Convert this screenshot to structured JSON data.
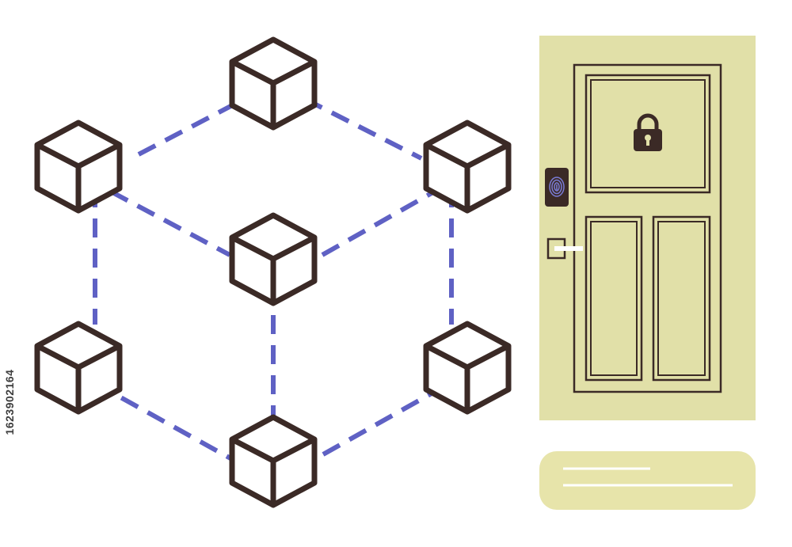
{
  "stock_id": "1623902164",
  "colors": {
    "outline": "#3b2a26",
    "connector": "#5f61c4",
    "door_panel": "#e1e0a8",
    "caption_bar": "#e7e4aa",
    "caption_line": "#ffffff",
    "background": "#ffffff"
  },
  "network": {
    "cube_count": 7,
    "connector_style": "dashed"
  },
  "door": {
    "lock_icon": "padlock-icon",
    "scanner_icon": "fingerprint-icon",
    "handle_icon": "door-handle-icon"
  },
  "caption": {
    "line_count": 2
  }
}
